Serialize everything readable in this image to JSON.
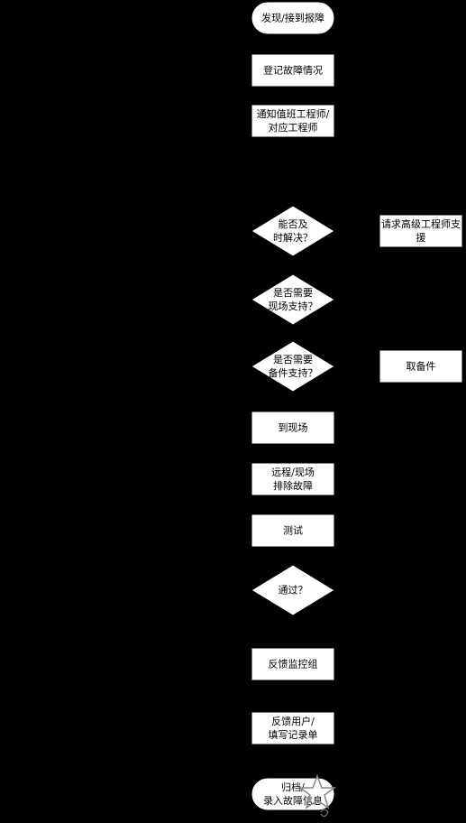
{
  "flowchart": {
    "nodes": [
      {
        "id": "start",
        "shape": "terminal",
        "lines": [
          "发现/接到报障"
        ]
      },
      {
        "id": "register",
        "shape": "process",
        "lines": [
          "登记故障情况"
        ]
      },
      {
        "id": "notify",
        "shape": "process",
        "lines": [
          "通知值班工程师/",
          "对应工程师"
        ]
      },
      {
        "id": "solve_in_time",
        "shape": "decision",
        "lines": [
          "能否及",
          "时解决？"
        ]
      },
      {
        "id": "senior_support",
        "shape": "process",
        "lines": [
          "请求高级工程师支",
          "援"
        ]
      },
      {
        "id": "need_onsite",
        "shape": "decision",
        "lines": [
          "是否需要",
          "现场支持？"
        ]
      },
      {
        "id": "need_spare",
        "shape": "decision",
        "lines": [
          "是否需要",
          "备件支持？"
        ]
      },
      {
        "id": "get_spare",
        "shape": "process",
        "lines": [
          "取备件"
        ]
      },
      {
        "id": "go_onsite",
        "shape": "process",
        "lines": [
          "到现场"
        ]
      },
      {
        "id": "troubleshoot",
        "shape": "process",
        "lines": [
          "远程/现场",
          "排除故障"
        ]
      },
      {
        "id": "test",
        "shape": "process",
        "lines": [
          "测试"
        ]
      },
      {
        "id": "passed",
        "shape": "decision",
        "lines": [
          "通过？"
        ]
      },
      {
        "id": "feedback_monitor",
        "shape": "process",
        "lines": [
          "反馈监控组"
        ]
      },
      {
        "id": "feedback_user",
        "shape": "process",
        "lines": [
          "反馈用户/",
          "填写记录单"
        ]
      },
      {
        "id": "archive",
        "shape": "terminal",
        "lines": [
          "归档/",
          "录入故障信息"
        ]
      }
    ]
  }
}
